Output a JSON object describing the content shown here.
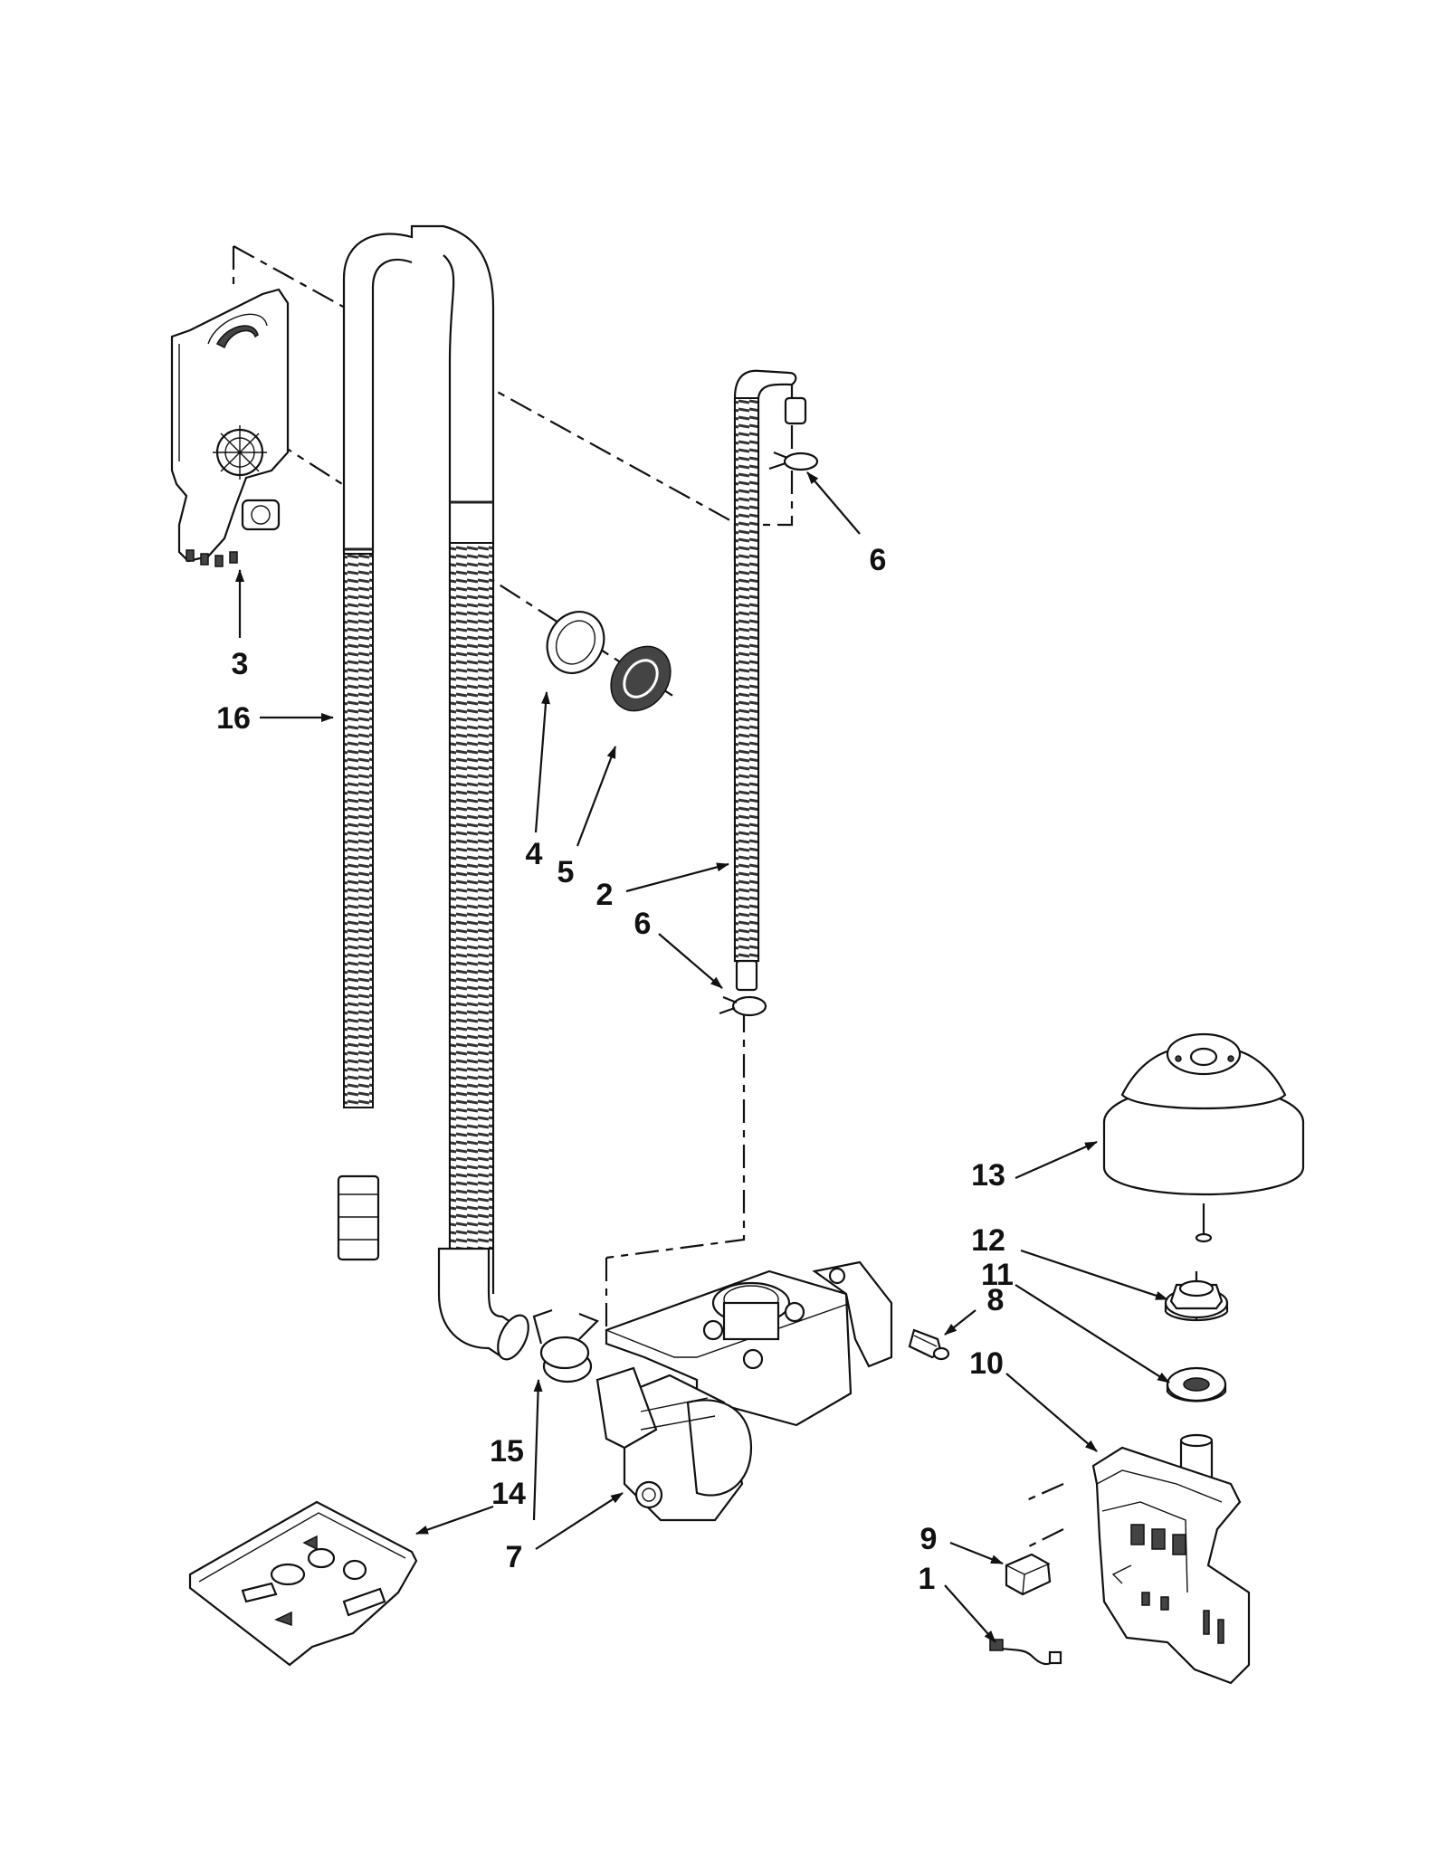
{
  "callouts": [
    {
      "number": "1"
    },
    {
      "number": "2"
    },
    {
      "number": "3"
    },
    {
      "number": "4"
    },
    {
      "number": "5"
    },
    {
      "number": "6"
    },
    {
      "number": "6"
    },
    {
      "number": "7"
    },
    {
      "number": "8"
    },
    {
      "number": "9"
    },
    {
      "number": "10"
    },
    {
      "number": "11"
    },
    {
      "number": "12"
    },
    {
      "number": "13"
    },
    {
      "number": "14"
    },
    {
      "number": "15"
    },
    {
      "number": "16"
    }
  ]
}
